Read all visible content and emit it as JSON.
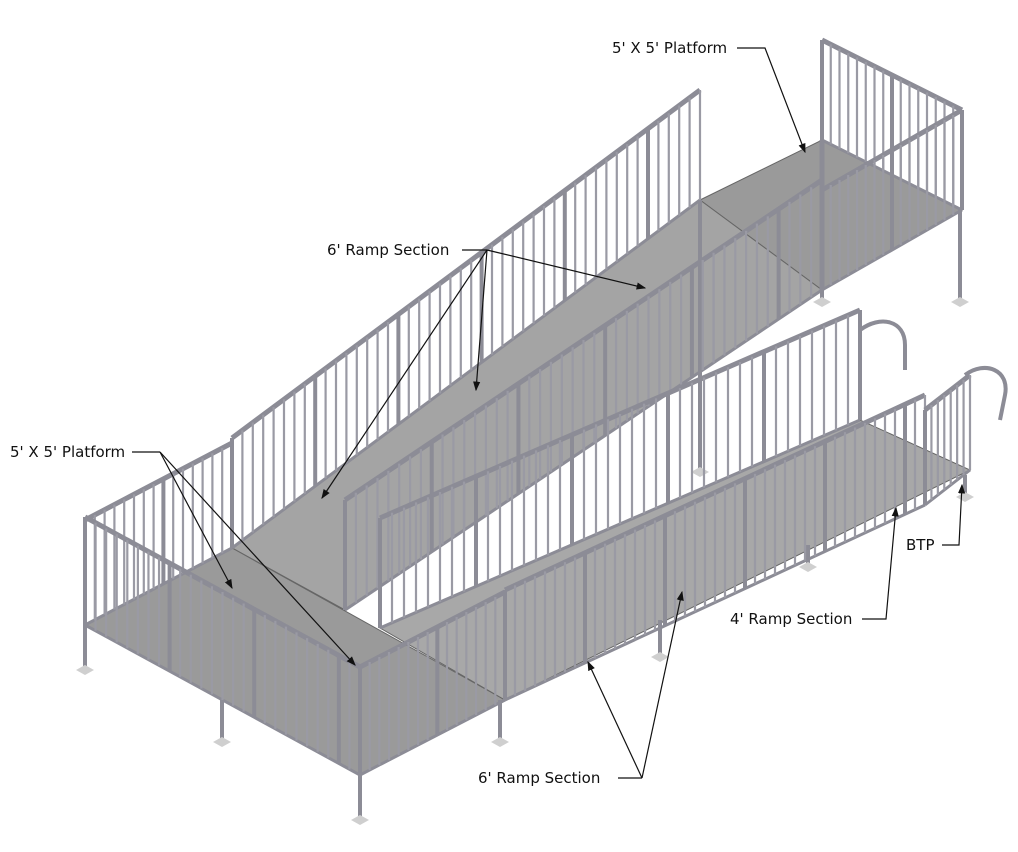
{
  "labels": {
    "top_platform": "5' X 5' Platform",
    "upper_ramp_sections": "6' Ramp Section",
    "left_platform": "5' X 5' Platform",
    "btp": "BTP",
    "four_ft_ramp": "4' Ramp Section",
    "lower_ramp_sections": "6' Ramp Section"
  },
  "colors": {
    "deck": "#9a9a9a",
    "rail": "#8c8c96",
    "rail_light": "#c8c8d0",
    "foot": "#cfcfcf"
  }
}
